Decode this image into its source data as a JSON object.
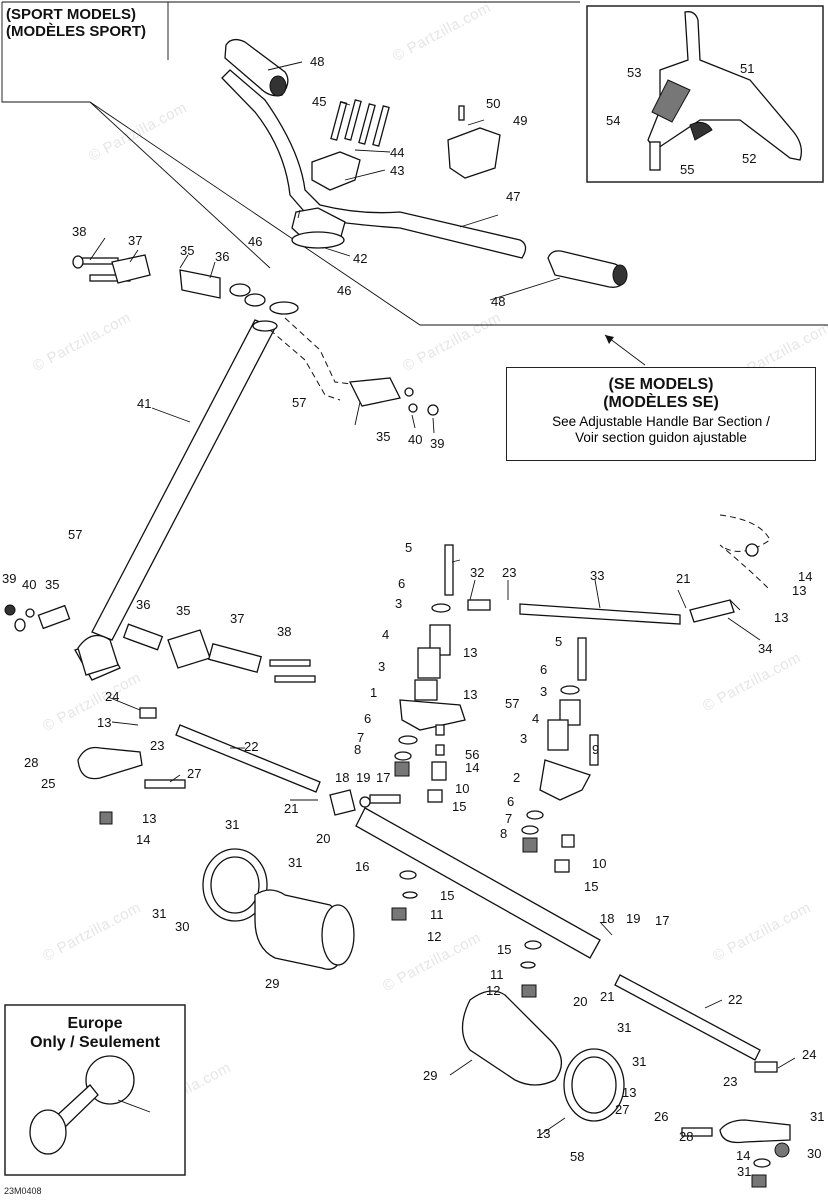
{
  "sport_label": "(SPORT MODELS)\n(MODÈLES SPORT)",
  "se_box": {
    "title": "(SE MODELS)\n(MODÈLES SE)",
    "note": "See Adjustable Handle Bar Section /\nVoir section guidon ajustable"
  },
  "europe_box": {
    "title": "Europe\nOnly / Seulement"
  },
  "watermark": "© Partzilla.com",
  "diagram_code": "23M0408",
  "callouts": [
    "48",
    "45",
    "44",
    "43",
    "50",
    "49",
    "47",
    "46",
    "42",
    "46",
    "48",
    "53",
    "51",
    "54",
    "52",
    "55",
    "38",
    "37",
    "35",
    "36",
    "41",
    "57",
    "35",
    "40",
    "39",
    "57",
    "39",
    "40",
    "35",
    "36",
    "35",
    "37",
    "38",
    "5",
    "32",
    "23",
    "33",
    "21",
    "14",
    "13",
    "13",
    "34",
    "6",
    "3",
    "4",
    "13",
    "5",
    "3",
    "6",
    "3",
    "1",
    "57",
    "13",
    "4",
    "24",
    "22",
    "23",
    "13",
    "28",
    "25",
    "27",
    "13",
    "14",
    "6",
    "7",
    "8",
    "17",
    "18",
    "19",
    "14",
    "10",
    "15",
    "56",
    "3",
    "9",
    "2",
    "6",
    "7",
    "8",
    "21",
    "20",
    "16",
    "10",
    "15",
    "31",
    "31",
    "31",
    "30",
    "29",
    "15",
    "11",
    "12",
    "15",
    "11",
    "12",
    "18",
    "19",
    "17",
    "20",
    "21",
    "22",
    "31",
    "24",
    "29",
    "31",
    "23",
    "13",
    "31",
    "27",
    "26",
    "28",
    "30",
    "13",
    "14",
    "31",
    "58"
  ]
}
